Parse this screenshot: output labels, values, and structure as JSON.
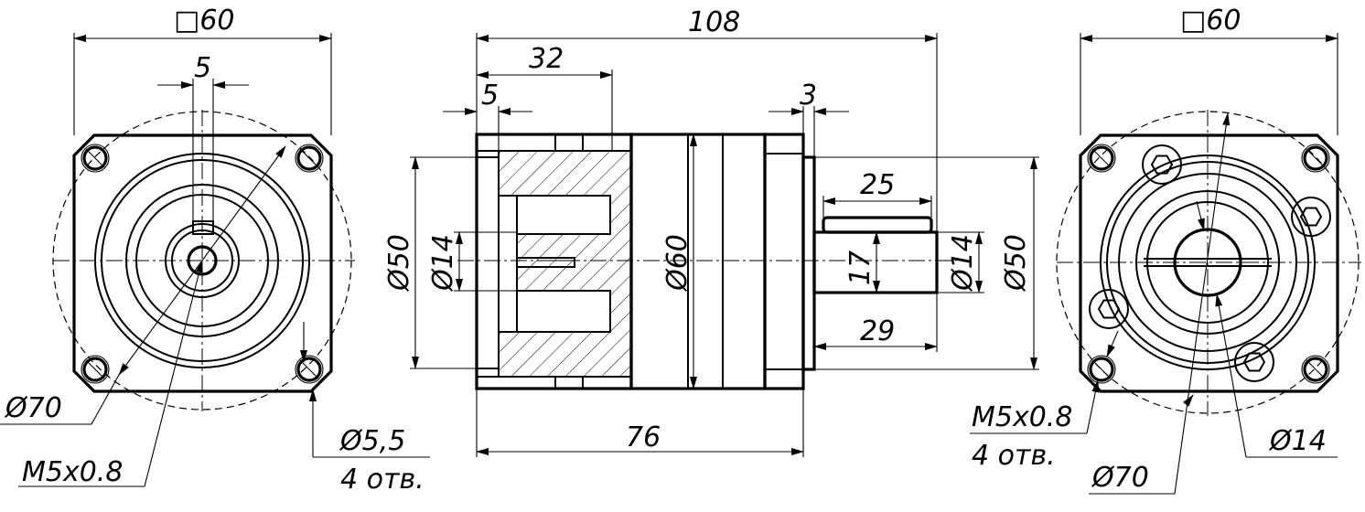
{
  "front_view": {
    "square_label": "□60",
    "key_width_label": "5",
    "pcd_label": "Ø70",
    "thread_label": "M5x0.8",
    "hole_dia_label": "Ø5,5",
    "hole_count_label": "4 отв."
  },
  "side_view": {
    "total_length_label": "108",
    "flange_depth_label": "32",
    "pilot_depth_label": "5",
    "shoulder_label": "3",
    "key_length_label": "25",
    "key_height_label": "17",
    "shaft_length_label": "29",
    "body_length_label": "76",
    "input_pilot_label": "Ø50",
    "input_bore_label": "Ø14",
    "body_dia_label": "Ø60",
    "output_shaft_label": "Ø14",
    "output_pilot_label": "Ø50"
  },
  "rear_view": {
    "square_label": "□60",
    "thread_label": "M5x0.8",
    "hole_count_label": "4 отв.",
    "pcd_label": "Ø70",
    "bore_label": "Ø14"
  }
}
